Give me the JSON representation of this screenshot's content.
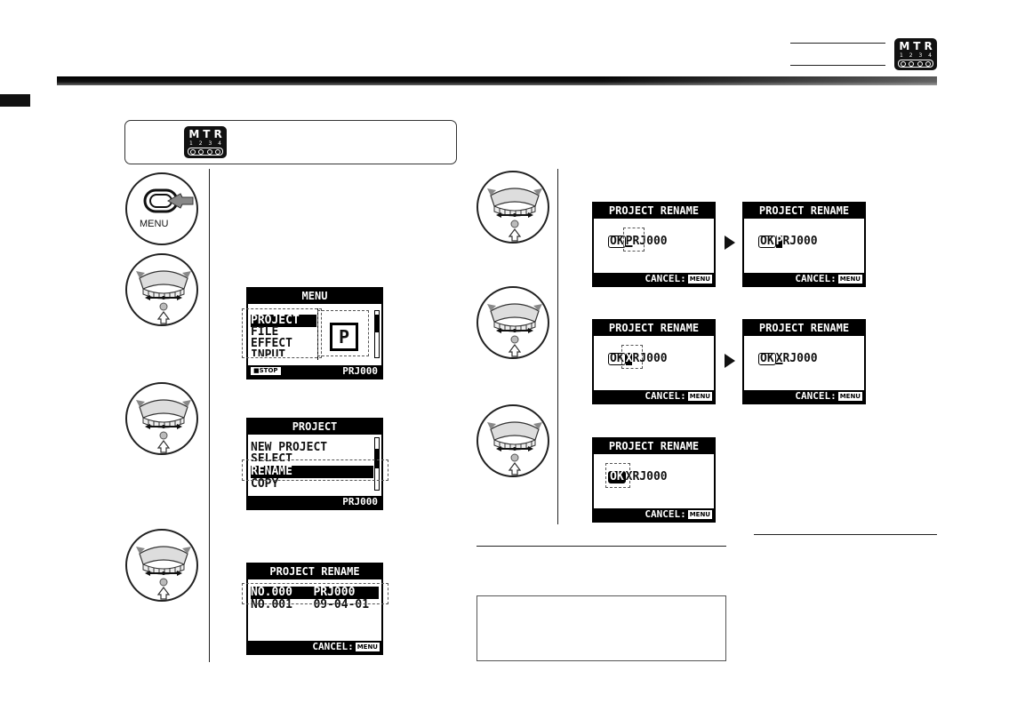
{
  "badge": {
    "title": "MTR",
    "track_numbers": [
      "1",
      "2",
      "3",
      "4"
    ]
  },
  "screens": {
    "menu": {
      "title": "MENU",
      "items": [
        "PROJECT",
        "FILE",
        "EFFECT",
        "INPUT"
      ],
      "icon_letter": "P",
      "stop_label": "STOP",
      "project": "PRJ000"
    },
    "project": {
      "title": "PROJECT",
      "items": [
        "NEW PROJECT",
        "SELECT",
        "RENAME",
        "COPY"
      ],
      "project": "PRJ000"
    },
    "rename_list": {
      "title": "PROJECT RENAME",
      "rows": [
        {
          "no": "NO.000",
          "value": "PRJ000"
        },
        {
          "no": "NO.001",
          "value": "09-04-01"
        }
      ],
      "cancel": "CANCEL:",
      "menu_key": "MENU"
    },
    "rename_edit": {
      "title": "PROJECT RENAME",
      "ok": "OK",
      "cancel": "CANCEL:",
      "menu_key": "MENU",
      "step1a": {
        "before": "",
        "hl": "P",
        "after": "RJ000"
      },
      "step1b": {
        "before": "",
        "hl": "P",
        "after": "RJ000"
      },
      "step2a": {
        "before": "",
        "hl": "X",
        "after": "RJ000"
      },
      "step2b": {
        "before": "",
        "hl": "X",
        "after": "RJ000"
      },
      "step3": {
        "before": "",
        "hl": "X",
        "after": "RJ000"
      }
    }
  },
  "icons": {
    "menu_button_label": "MENU"
  }
}
